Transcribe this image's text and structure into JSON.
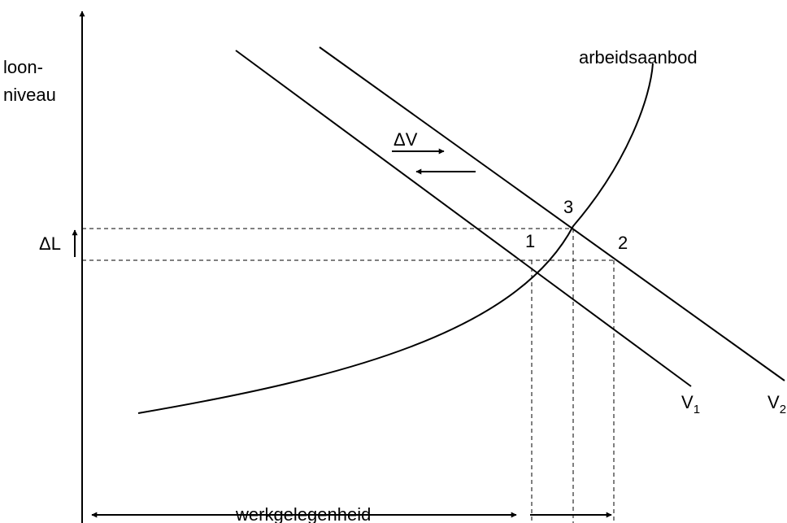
{
  "y_axis_label_line1": "loon-",
  "y_axis_label_line2": "niveau",
  "x_axis_label": "werkgelegenheid",
  "supply_curve_label": "arbeidsaanbod",
  "demand_curve_1": {
    "name": "V",
    "subscript": "1"
  },
  "demand_curve_2": {
    "name": "V",
    "subscript": "2"
  },
  "demand_shift_label": "ΔV",
  "wage_change_label": "ΔL",
  "point_labels": [
    "1",
    "2",
    "3"
  ]
}
